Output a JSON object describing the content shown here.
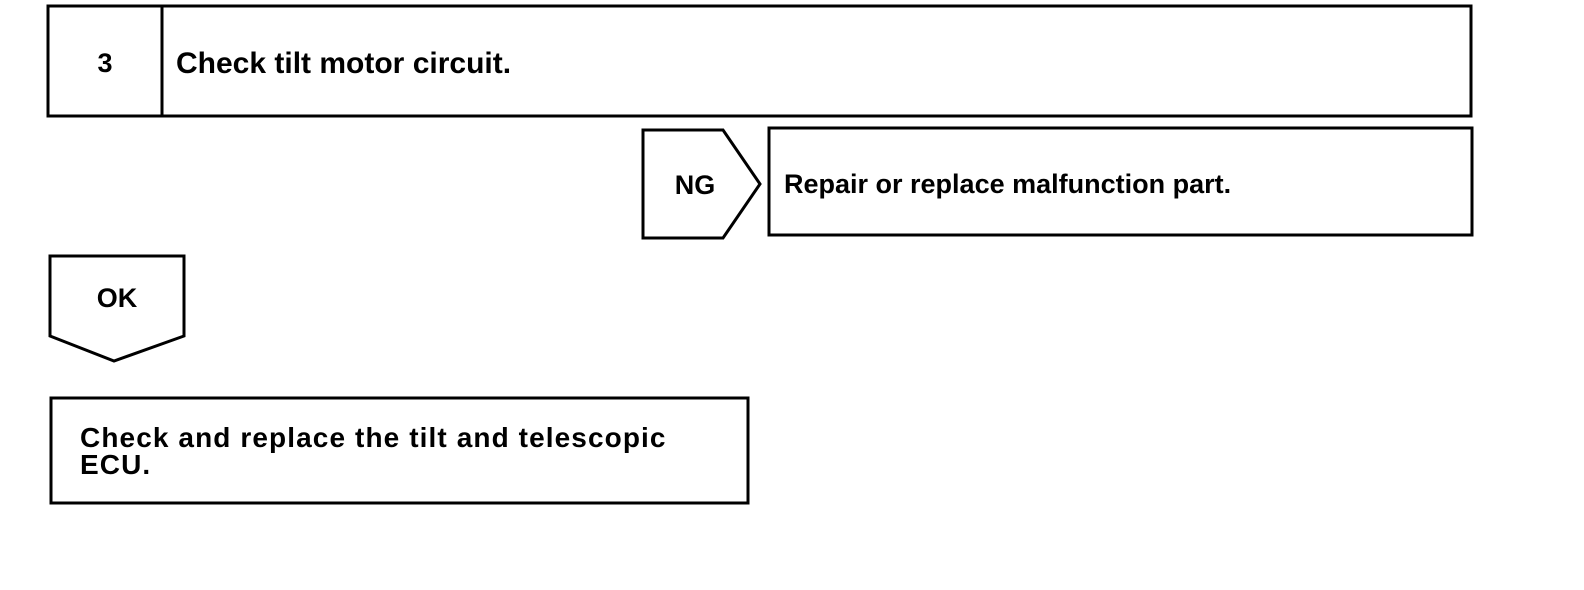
{
  "step": {
    "number": "3",
    "title": "Check tilt motor circuit."
  },
  "ng_branch": {
    "label": "NG",
    "action": "Repair or replace malfunction part."
  },
  "ok_branch": {
    "label": "OK"
  },
  "final_step": {
    "action": "Check and replace the tilt and telescopic ECU."
  }
}
